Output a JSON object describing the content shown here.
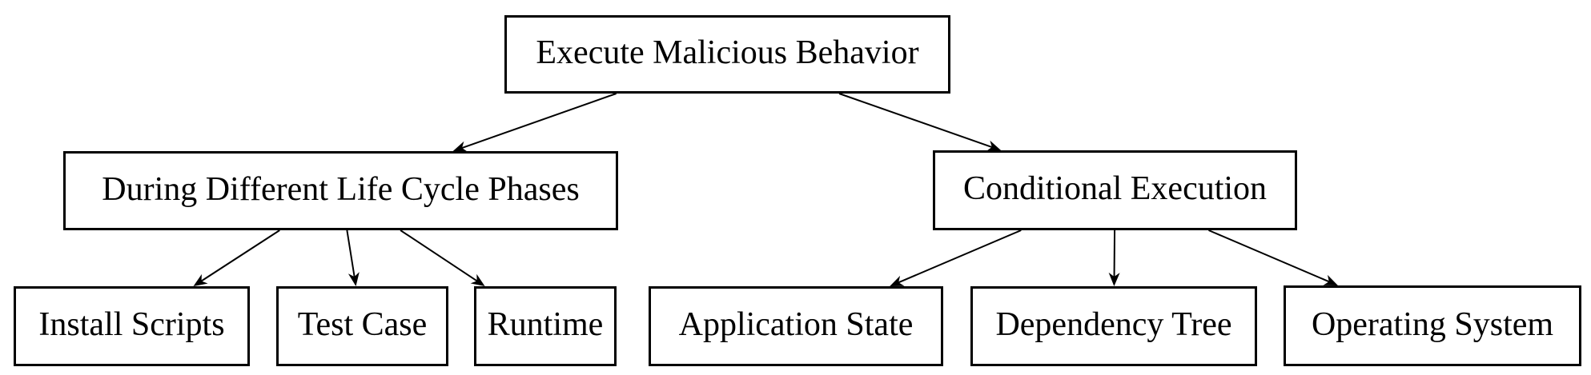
{
  "diagram": {
    "background_color": "#ffffff",
    "stroke_color": "#000000",
    "nodes": [
      {
        "id": "execute-malicious-behavior",
        "label": "Execute Malicious Behavior",
        "level": 0
      },
      {
        "id": "during-different-life-cycle-phases",
        "label": "During Different Life Cycle Phases",
        "level": 1
      },
      {
        "id": "conditional-execution",
        "label": "Conditional Execution",
        "level": 1
      },
      {
        "id": "install-scripts",
        "label": "Install Scripts",
        "level": 2
      },
      {
        "id": "test-case",
        "label": "Test Case",
        "level": 2
      },
      {
        "id": "runtime",
        "label": "Runtime",
        "level": 2
      },
      {
        "id": "application-state",
        "label": "Application State",
        "level": 2
      },
      {
        "id": "dependency-tree",
        "label": "Dependency Tree",
        "level": 2
      },
      {
        "id": "operating-system",
        "label": "Operating System",
        "level": 2
      }
    ],
    "edges": [
      {
        "from": "execute-malicious-behavior",
        "to": "during-different-life-cycle-phases"
      },
      {
        "from": "execute-malicious-behavior",
        "to": "conditional-execution"
      },
      {
        "from": "during-different-life-cycle-phases",
        "to": "install-scripts"
      },
      {
        "from": "during-different-life-cycle-phases",
        "to": "test-case"
      },
      {
        "from": "during-different-life-cycle-phases",
        "to": "runtime"
      },
      {
        "from": "conditional-execution",
        "to": "application-state"
      },
      {
        "from": "conditional-execution",
        "to": "dependency-tree"
      },
      {
        "from": "conditional-execution",
        "to": "operating-system"
      }
    ]
  }
}
